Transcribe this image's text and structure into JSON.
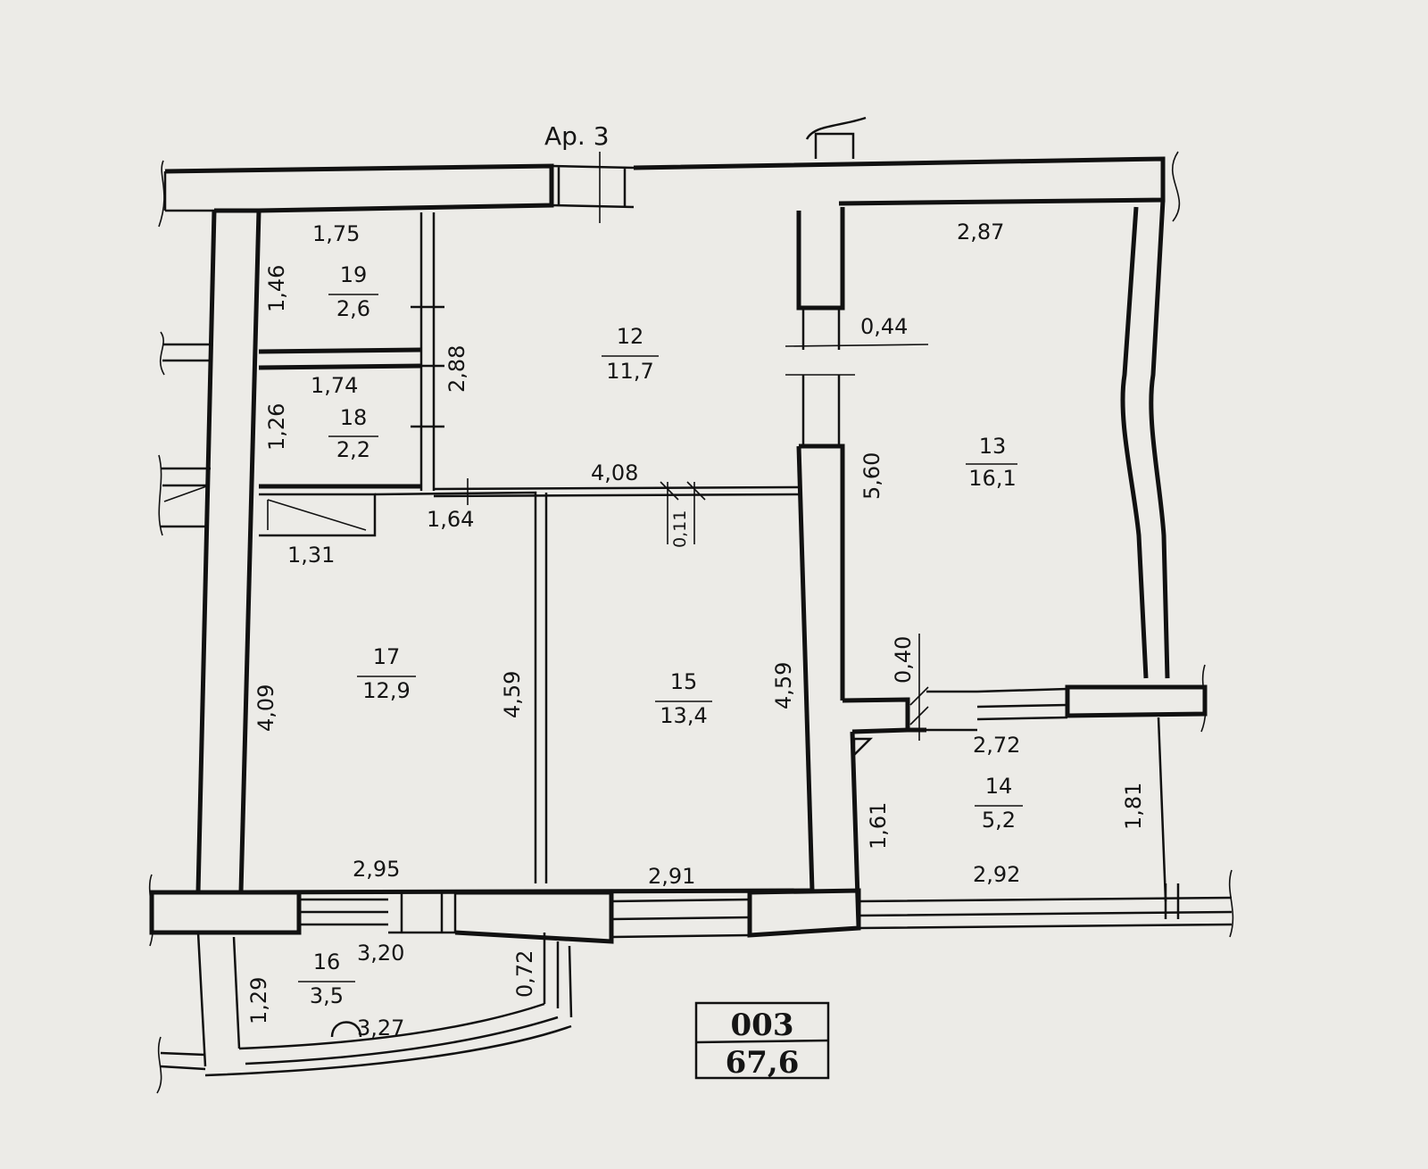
{
  "apartment_label": "Ар. 3",
  "stamp": {
    "number": "003",
    "total_area": "67,6"
  },
  "rooms": [
    {
      "id": "19",
      "number": "19",
      "area": "2,6"
    },
    {
      "id": "18",
      "number": "18",
      "area": "2,2"
    },
    {
      "id": "12",
      "number": "12",
      "area": "11,7"
    },
    {
      "id": "13",
      "number": "13",
      "area": "16,1"
    },
    {
      "id": "17",
      "number": "17",
      "area": "12,9"
    },
    {
      "id": "15",
      "number": "15",
      "area": "13,4"
    },
    {
      "id": "14",
      "number": "14",
      "area": "5,2"
    },
    {
      "id": "16",
      "number": "16",
      "area": "3,5"
    }
  ],
  "dimensions": {
    "r19_width": "1,75",
    "r19_height": "1,46",
    "r18_width": "1,74",
    "r18_height": "1,26",
    "r12_height": "2,88",
    "r12_width": "4,08",
    "partition": "0,11",
    "opening_1": "1,64",
    "niche": "1,31",
    "r13_width": "2,87",
    "r13_height": "5,60",
    "door_width": "0,44",
    "wall_gap": "0,40",
    "r14_top": "2,72",
    "r14_bottom": "2,92",
    "r14_left": "1,61",
    "r14_right": "1,81",
    "r17_height": "4,09",
    "r17_right": "4,59",
    "r17_width": "2,95",
    "r15_height": "4,59",
    "r15_width": "2,91",
    "r16_top": "3,20",
    "r16_height": "1,29",
    "r16_side": "0,72",
    "r16_bottom": "3,27"
  }
}
